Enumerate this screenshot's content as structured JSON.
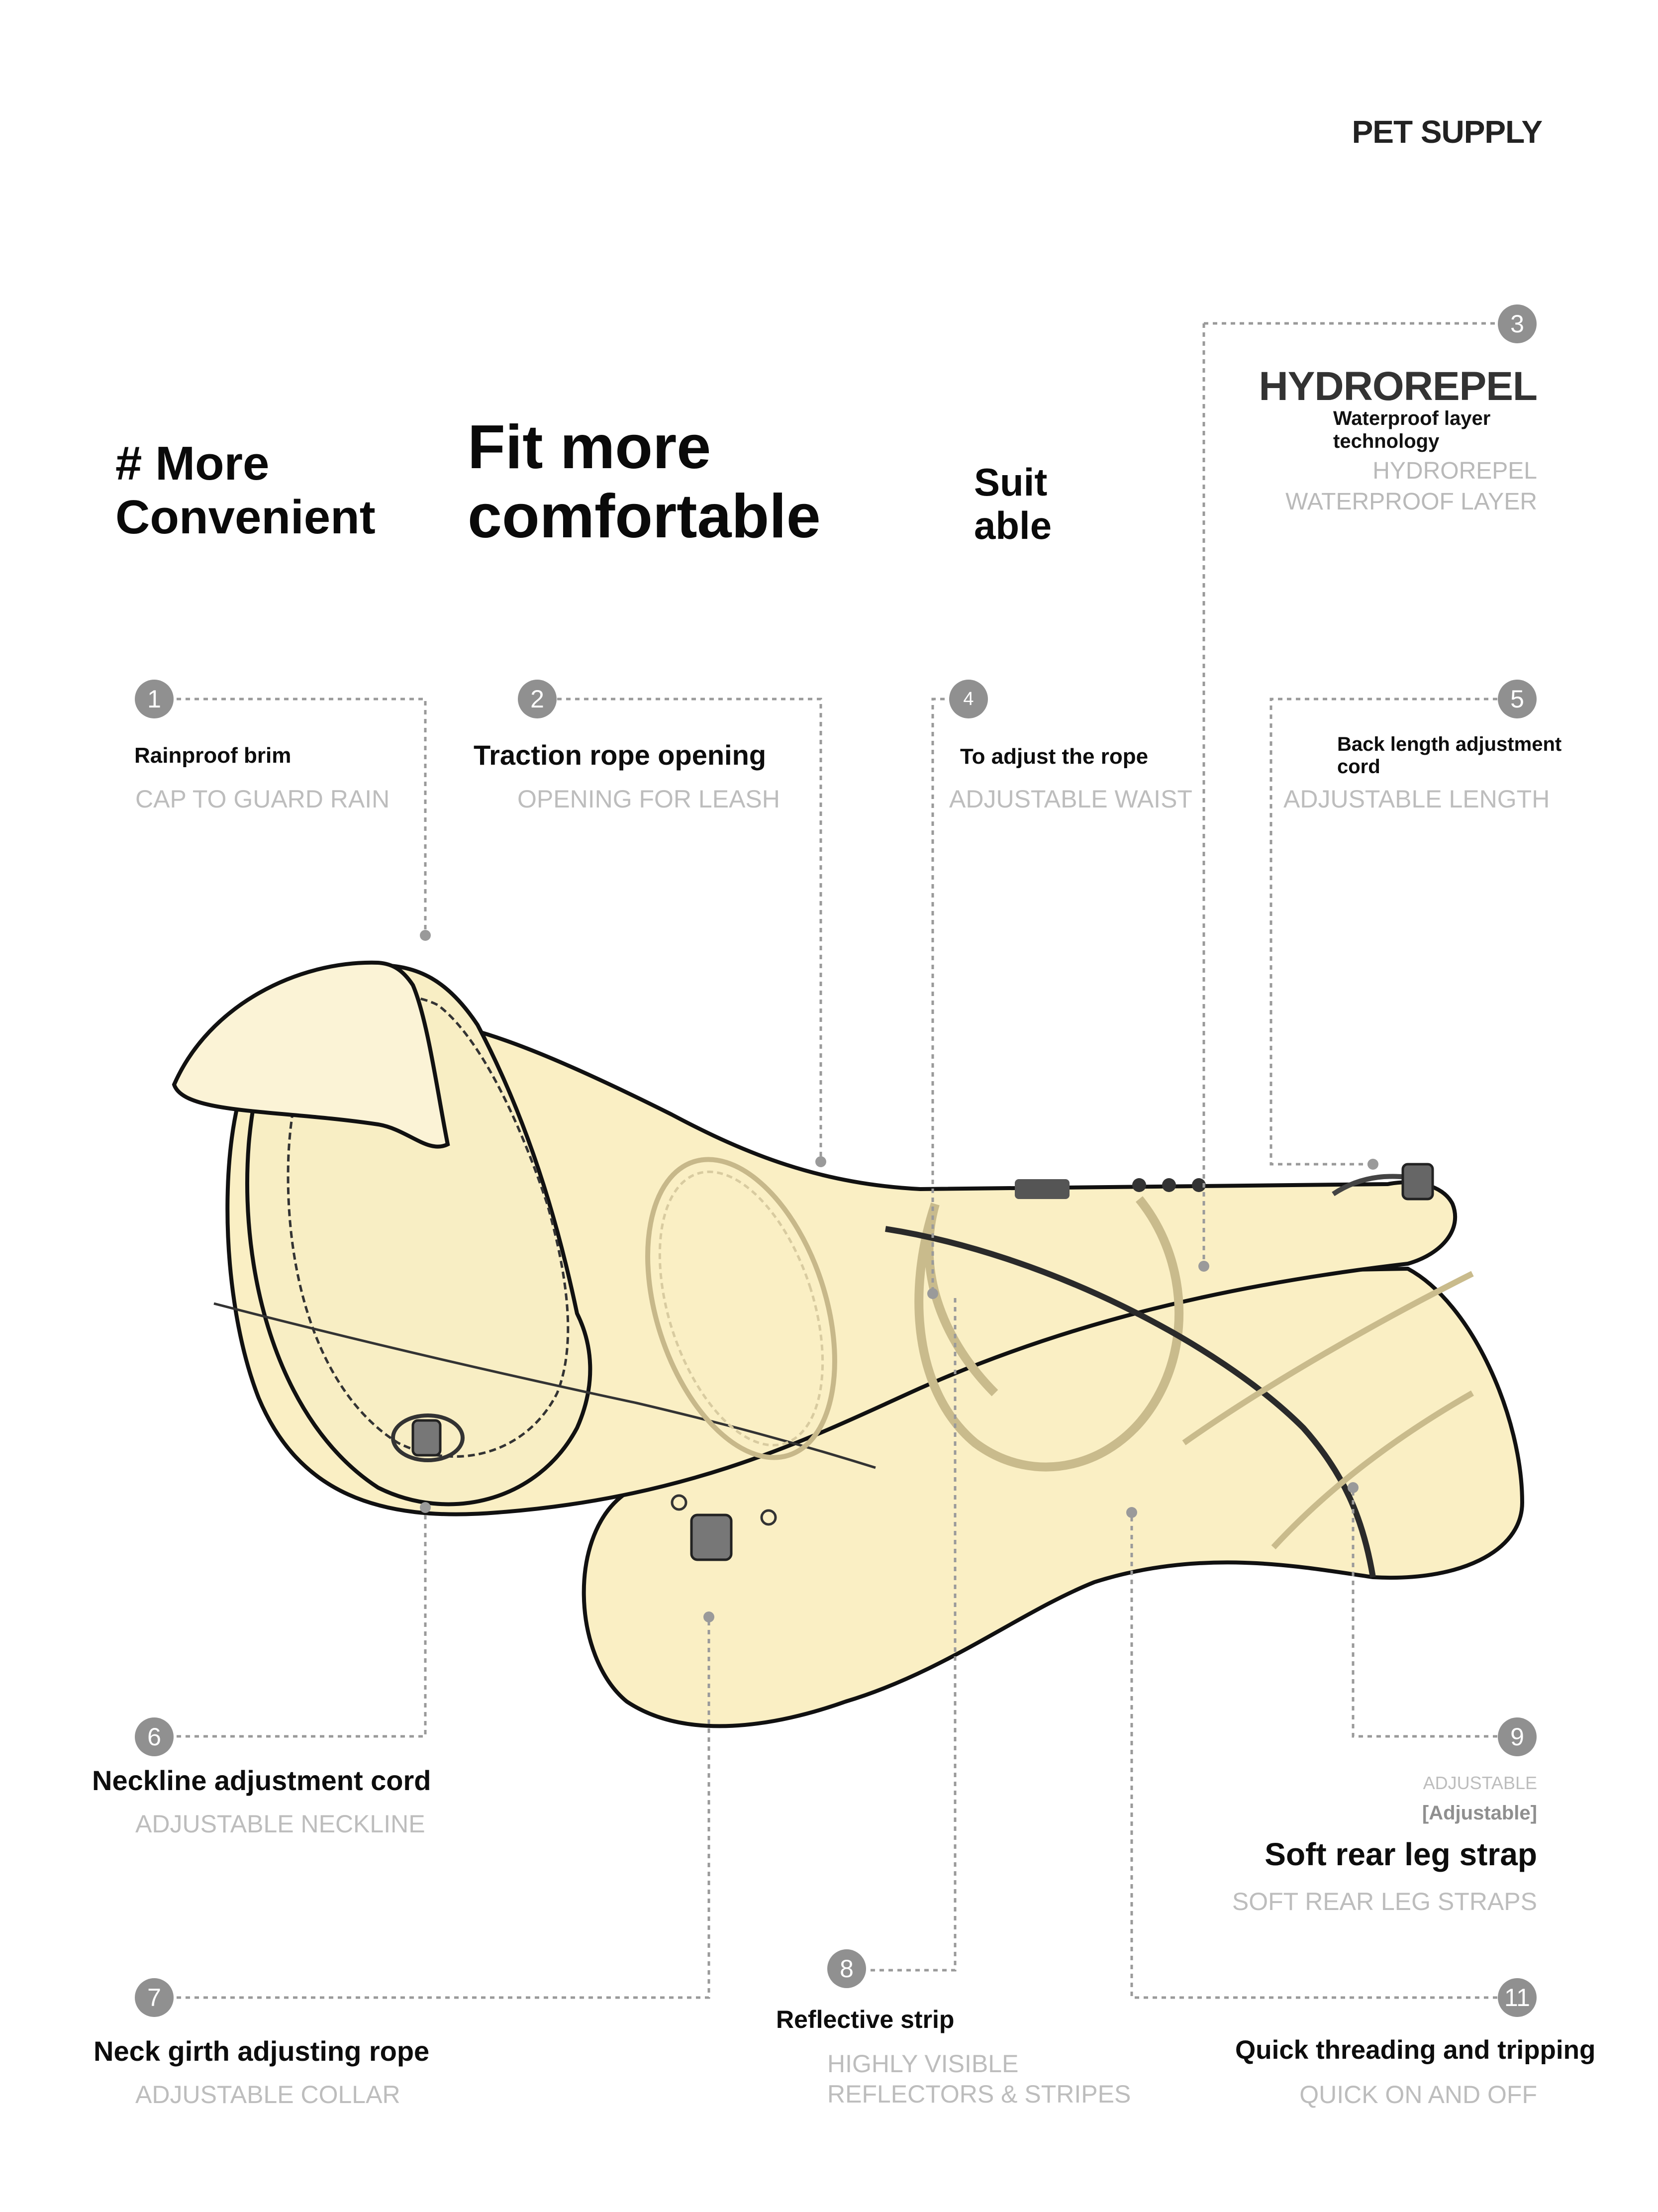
{
  "brand": "PET SUPPLY",
  "headings": {
    "more_convenient": [
      "# More",
      "Convenient"
    ],
    "fit_comfortable": [
      "Fit more",
      "comfortable"
    ],
    "suitable": [
      "Suit",
      "able"
    ]
  },
  "hydrorepel": {
    "badge": "3",
    "title": "HYDROREPEL",
    "subtitle": "Waterproof layer technology",
    "english": "HYDROREPEL\nWATERPROOF LAYER"
  },
  "callouts": [
    {
      "number": "1",
      "label": "Rainproof brim",
      "english": "CAP TO GUARD RAIN"
    },
    {
      "number": "2",
      "label": "Traction rope opening",
      "english": "OPENING FOR LEASH"
    },
    {
      "number": "4",
      "label": "To adjust the rope",
      "english": "ADJUSTABLE WAIST"
    },
    {
      "number": "5",
      "label": "Back length adjustment cord",
      "english": "ADJUSTABLE LENGTH"
    },
    {
      "number": "6",
      "label": "Neckline adjustment cord",
      "english": "ADJUSTABLE NECKLINE"
    },
    {
      "number": "7",
      "label": "Neck girth adjusting rope",
      "english": "ADJUSTABLE COLLAR"
    },
    {
      "number": "8",
      "label": "Reflective strip",
      "english": "HIGHLY VISIBLE\nREFLECTORS & STRIPES"
    },
    {
      "number": "9",
      "label": "Soft rear leg strap",
      "tag_en": "ADJUSTABLE",
      "tag": "[Adjustable]",
      "english": "SOFT REAR LEG STRAPS"
    },
    {
      "number": "11",
      "label": "Quick threading and tripping",
      "english": "QUICK ON AND OFF"
    }
  ],
  "colors": {
    "coat_fill": "#faefc4",
    "outline": "#111111",
    "leader": "#9a9a9a",
    "badge": "#909090",
    "english_text": "#bdbdbd"
  }
}
